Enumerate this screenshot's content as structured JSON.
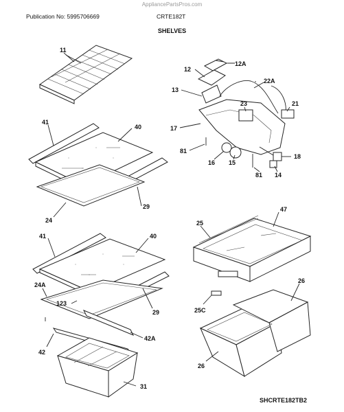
{
  "header": {
    "watermark": "AppliancePartsPros.com",
    "publication": "Publication No: 5995706669",
    "model": "CRTE182T",
    "title": "SHELVES"
  },
  "footer": {
    "doc_code": "SHCRTE182TB2"
  },
  "callouts": {
    "c11": "11",
    "c12": "12",
    "c12A": "12A",
    "c13": "13",
    "c22A": "22A",
    "c23": "23",
    "c21": "21",
    "c17": "17",
    "c81a": "81",
    "c16": "16",
    "c15": "15",
    "c81b": "81",
    "c18": "18",
    "c14": "14",
    "c41a": "41",
    "c40a": "40",
    "c29a": "29",
    "c24": "24",
    "c25": "25",
    "c47": "47",
    "c41b": "41",
    "c40b": "40",
    "c24A": "24A",
    "c123": "123",
    "c29b": "29",
    "c42A": "42A",
    "c42": "42",
    "c31": "31",
    "c26a": "26",
    "c25C": "25C",
    "c26b": "26"
  }
}
